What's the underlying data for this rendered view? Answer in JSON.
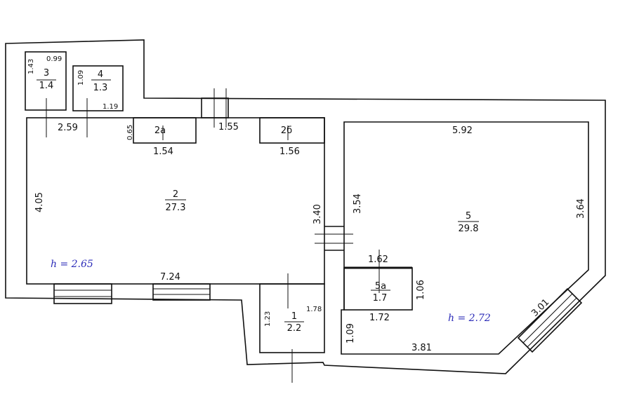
{
  "rooms": {
    "r3": {
      "number": "3",
      "area": "1.4"
    },
    "r4": {
      "number": "4",
      "area": "1.3"
    },
    "r2": {
      "number": "2",
      "area": "27.3"
    },
    "r2a": {
      "number": "2a"
    },
    "r2b": {
      "number": "2б"
    },
    "r5": {
      "number": "5",
      "area": "29.8"
    },
    "r5a": {
      "number": "5a",
      "area": "1.7"
    },
    "r1": {
      "number": "1",
      "area": "2.2"
    }
  },
  "dimensions": {
    "r3_h": "1.43",
    "r3_w": "0.99",
    "r4_h": "1.09",
    "r4_w": "1.19",
    "top_left": "2.59",
    "r2a_h": "0.65",
    "r2a_w": "1.54",
    "door_top": "1.55",
    "r2b_w": "1.56",
    "left": "4.05",
    "right_r2": "3.40",
    "bottom_r2": "7.24",
    "r5_top": "5.92",
    "r5_left": "3.54",
    "r5_right": "3.64",
    "r5a_top": "1.62",
    "r5a_right": "1.06",
    "r5a_bottom": "1.72",
    "r5_step": "1.09",
    "r5_bottom": "3.81",
    "diag": "3.01",
    "r1_h": "1.23",
    "r1_w": "1.78"
  },
  "heights": {
    "left": "h = 2.65",
    "right": "h = 2.72"
  }
}
